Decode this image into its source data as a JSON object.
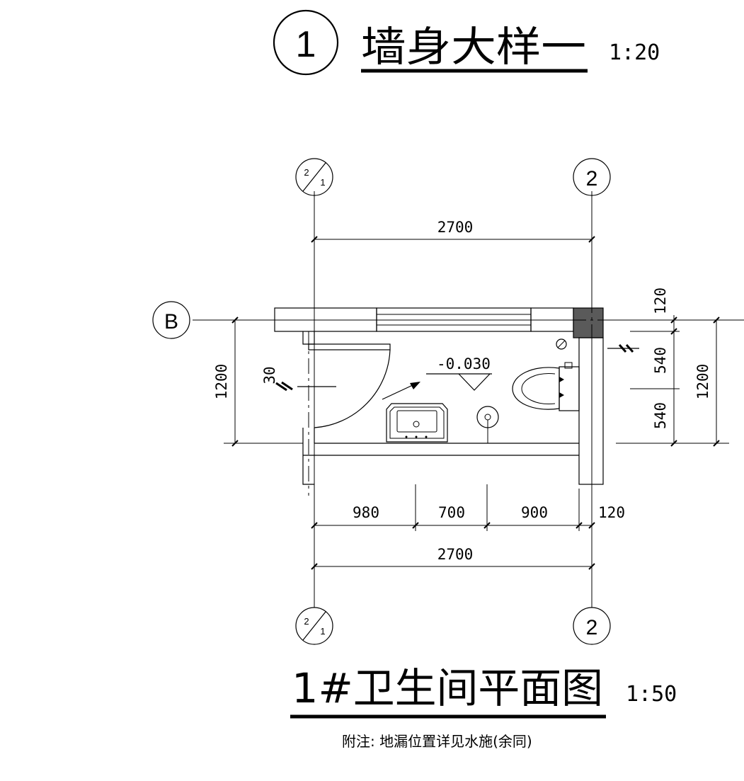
{
  "detail_title": {
    "number": "1",
    "name": "墙身大样一",
    "scale": "1:20"
  },
  "plan_title": {
    "name": "1#卫生间平面图",
    "scale": "1:50"
  },
  "note": "附注: 地漏位置详见水施(余同)",
  "axes": {
    "top_left": {
      "num": "2",
      "den": "1"
    },
    "top_right": "2",
    "bottom_left": {
      "num": "2",
      "den": "1"
    },
    "bottom_right": "2",
    "row_b": "B"
  },
  "dimensions": {
    "top_overall": "2700",
    "bottom_overall": "2700",
    "bottom_segments": [
      "980",
      "700",
      "900",
      "120"
    ],
    "left_height": "1200",
    "right_height": "1200",
    "right_segments": [
      "120",
      "540",
      "540"
    ],
    "threshold": "30"
  },
  "floor_level": "-0.030"
}
